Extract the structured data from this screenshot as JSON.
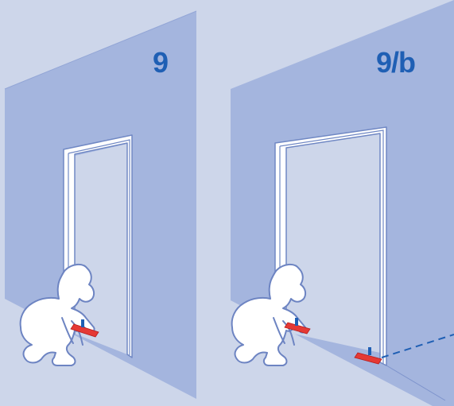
{
  "colors": {
    "background": "#cdd6ea",
    "wall": "#a4b5de",
    "wall_edge": "#7d93cc",
    "frame": "#ffffff",
    "frame_line": "#7088c4",
    "figure_fill": "#ffffff",
    "figure_line": "#6d84c2",
    "level_tool": "#e53935",
    "level_marker": "#1f5fb4",
    "laser_line": "#1f5fb4",
    "label": "#1f5fb4"
  },
  "panels": [
    {
      "step": "9",
      "icons": [
        "wall",
        "door-frame",
        "kneeling-worker-icon",
        "spirit-level-icon"
      ]
    },
    {
      "step": "9/b",
      "icons": [
        "wall",
        "door-frame",
        "kneeling-worker-icon",
        "spirit-level-icon",
        "laser-level-icon",
        "laser-beam"
      ]
    }
  ]
}
